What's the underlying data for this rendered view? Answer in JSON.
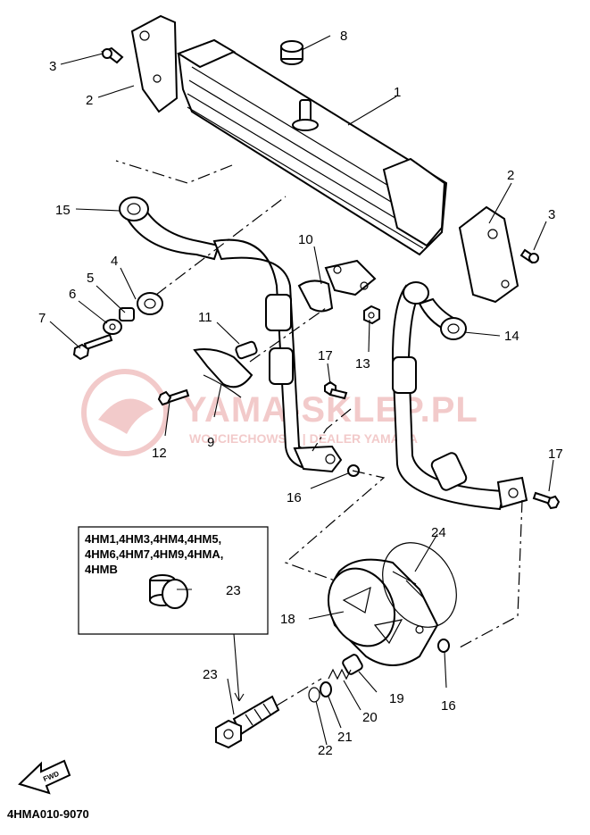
{
  "callouts": {
    "c1": "1",
    "c2a": "2",
    "c2b": "2",
    "c3a": "3",
    "c3b": "3",
    "c4": "4",
    "c5": "5",
    "c6": "6",
    "c7": "7",
    "c8": "8",
    "c9": "9",
    "c10": "10",
    "c11": "11",
    "c12": "12",
    "c13": "13",
    "c14": "14",
    "c15": "15",
    "c16a": "16",
    "c16b": "16",
    "c17a": "17",
    "c17b": "17",
    "c18": "18",
    "c19": "19",
    "c20": "20",
    "c21": "21",
    "c22": "22",
    "c23a": "23",
    "c23b": "23",
    "c24": "24"
  },
  "inset": {
    "line1": "4HM1,4HM3,4HM4,4HM5,",
    "line2": "4HM6,4HM7,4HM9,4HMA,",
    "line3": "4HMB"
  },
  "watermark": {
    "title": "YAMA-SKLEP.PL",
    "subtitle": "WOJCIECHOWSKI | DEALER YAMAHA",
    "color": "#e8a0a0"
  },
  "fwd_label": "FWD",
  "diagram_code": "4HMA010-9070"
}
